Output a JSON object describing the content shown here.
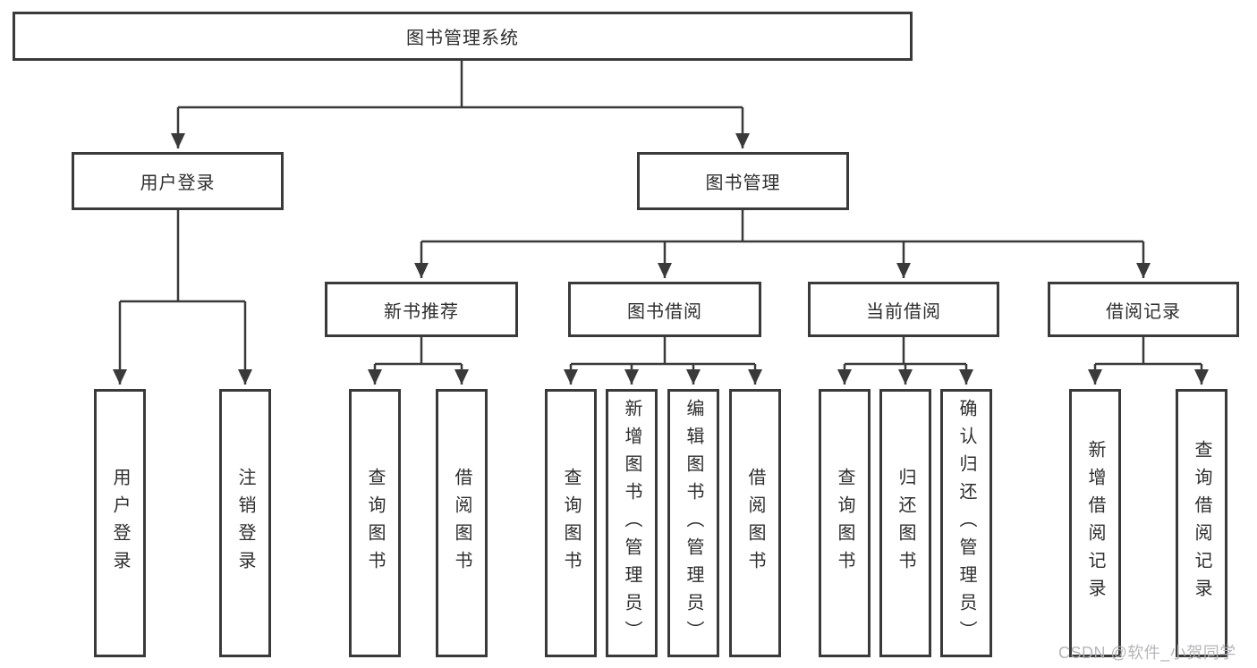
{
  "diagram": {
    "root": {
      "label": "图书管理系统"
    },
    "branches": [
      {
        "label": "用户登录",
        "children": [
          {
            "label": "用户登录"
          },
          {
            "label": "注销登录"
          }
        ]
      },
      {
        "label": "图书管理",
        "children": [
          {
            "label": "新书推荐",
            "children": [
              {
                "label": "查询图书"
              },
              {
                "label": "借阅图书"
              }
            ]
          },
          {
            "label": "图书借阅",
            "children": [
              {
                "label": "查询图书"
              },
              {
                "label": "新增图书（管理员）"
              },
              {
                "label": "编辑图书（管理员）"
              },
              {
                "label": "借阅图书"
              }
            ]
          },
          {
            "label": "当前借阅",
            "children": [
              {
                "label": "查询图书"
              },
              {
                "label": "归还图书"
              },
              {
                "label": "确认归还（管理员）"
              }
            ]
          },
          {
            "label": "借阅记录",
            "children": [
              {
                "label": "新增借阅记录"
              },
              {
                "label": "查询借阅记录"
              }
            ]
          }
        ]
      }
    ],
    "watermark": "CSDN @软件_小贺同学",
    "colors": {
      "line": "#3a3a3a",
      "text": "#2e2e2e",
      "watermark": "#b2b2b6",
      "background": "#ffffff"
    }
  }
}
